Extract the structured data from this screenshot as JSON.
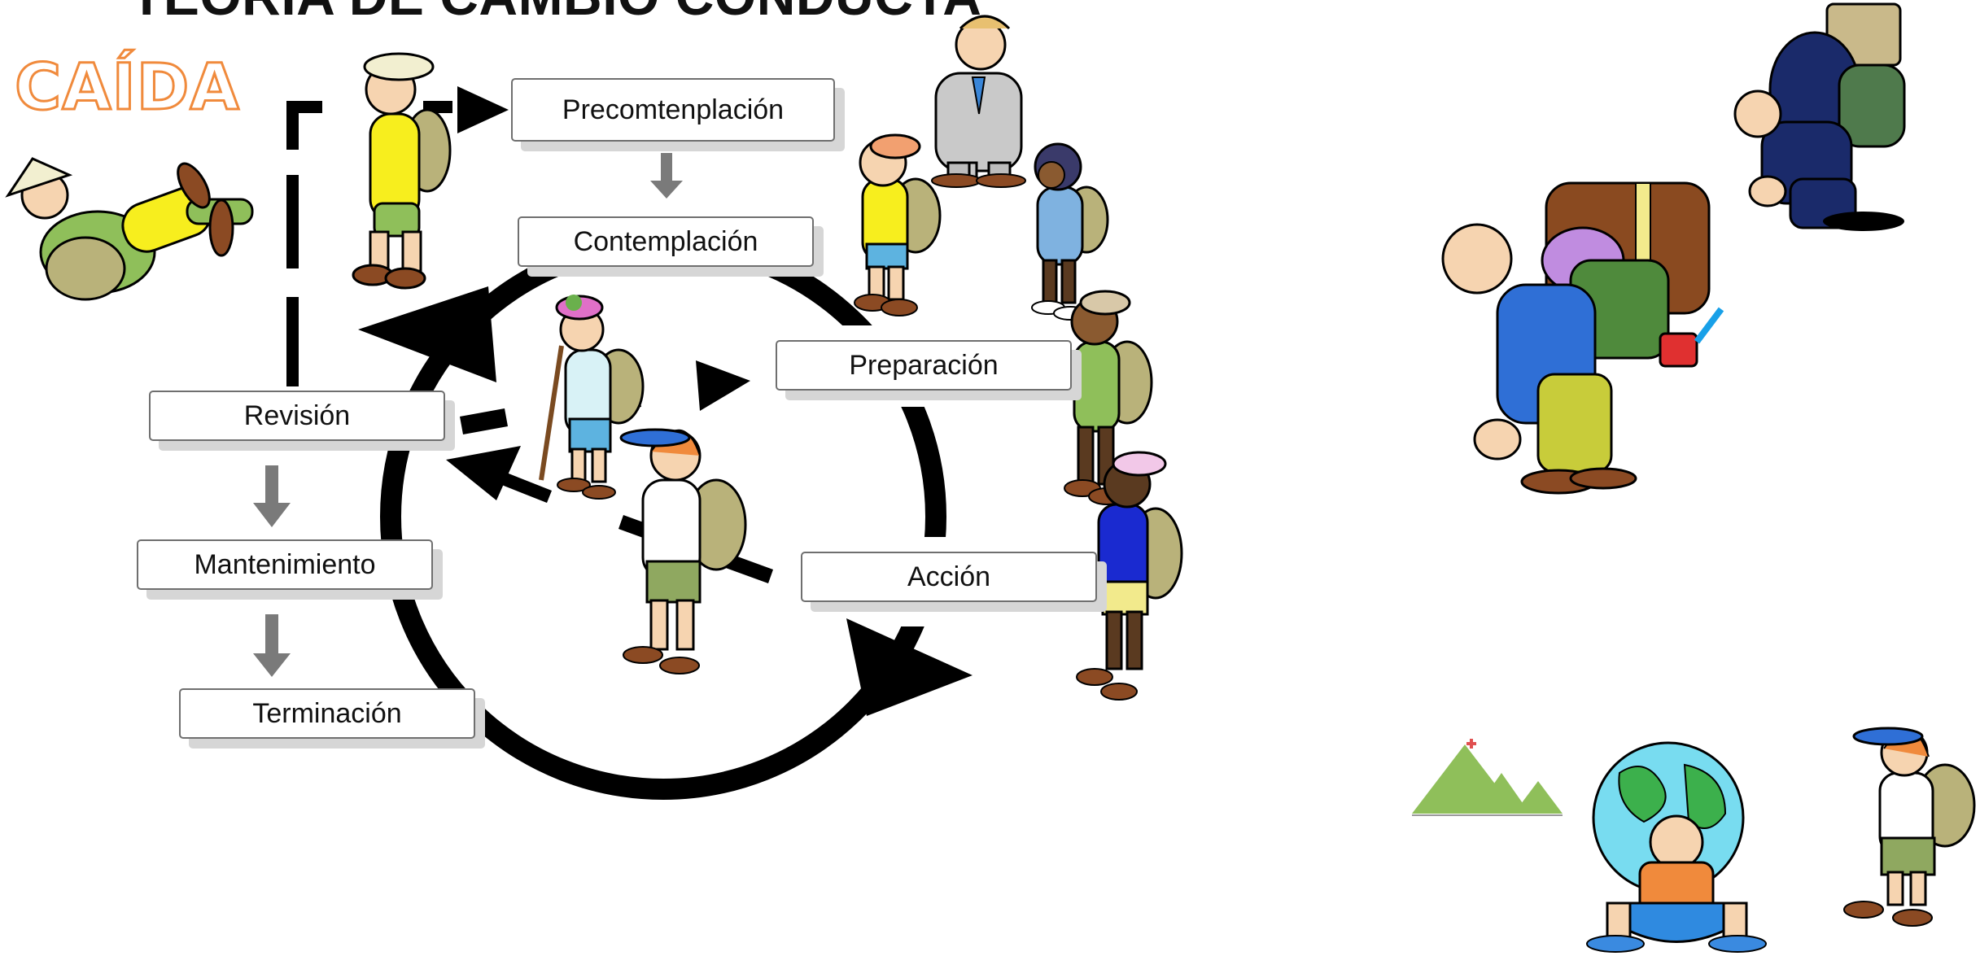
{
  "title": "TEORÍA DE CAMBIO CONDUCTA",
  "fall_label": "CAÍDA",
  "stages": {
    "precontemplation": "Precomtenplación",
    "contemplation": "Contemplación",
    "preparation": "Preparación",
    "action": "Acción",
    "review": "Revisión",
    "maintenance": "Mantenimiento",
    "termination": "Terminación"
  },
  "colors": {
    "arrow": "#000000",
    "small_arrow": "#707070",
    "box_border": "#6f6f6f",
    "box_shadow": "#d6d6d6",
    "fall_text_outline": "#f08a3c"
  },
  "illustrations": [
    "hiker-fallen",
    "hiker-yellow-shirt",
    "businessman",
    "hiker-sunglasses",
    "hiker-blue-hood",
    "hiker-walking-stick",
    "hiker-blue-visor",
    "hiker-green-shirt",
    "hiker-blue-shirt",
    "heavy-backpack-man",
    "stooped-backpacker",
    "mountains",
    "boy-carrying-globe",
    "hiker-visor-right"
  ]
}
